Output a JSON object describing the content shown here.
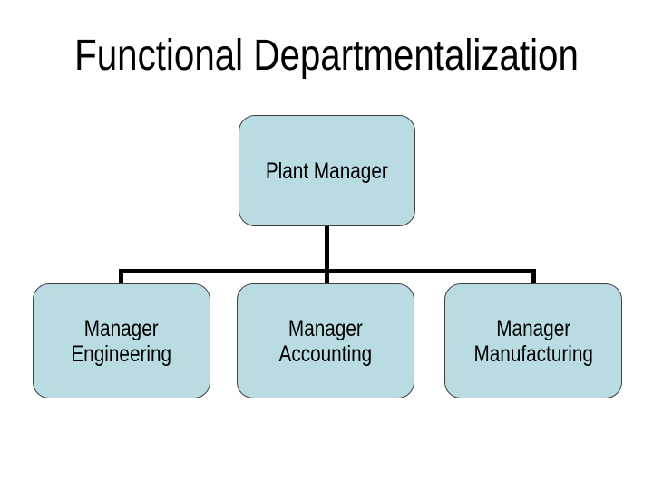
{
  "slide": {
    "title": "Functional Departmentalization"
  },
  "org_chart": {
    "root": {
      "label": "Plant Manager"
    },
    "children": [
      {
        "line1": "Manager",
        "line2": "Engineering"
      },
      {
        "line1": "Manager",
        "line2": "Accounting"
      },
      {
        "line1": "Manager",
        "line2": "Manufacturing"
      }
    ]
  },
  "colors": {
    "slide_background": "#ffffff",
    "node_fill": "#b9dce3",
    "node_border": "#404040",
    "connector": "#000000",
    "text": "#000000"
  }
}
